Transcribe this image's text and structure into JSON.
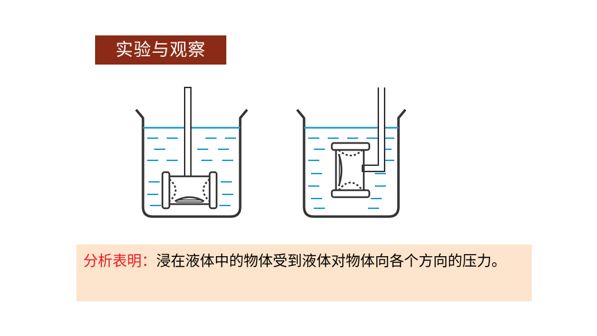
{
  "title": "实验与观察",
  "conclusion": {
    "lead": "分析表明：",
    "text": "浸在液体中的物体受到液体对物体向各个方向的压力。"
  },
  "colors": {
    "title_bg": "#8b2a16",
    "water": "#1e9bd7",
    "panel_bg": "#fde4cc",
    "lead_text": "#e31b23"
  },
  "icons": [
    "beaker-icon",
    "pressure-box-icon",
    "tube-icon"
  ]
}
